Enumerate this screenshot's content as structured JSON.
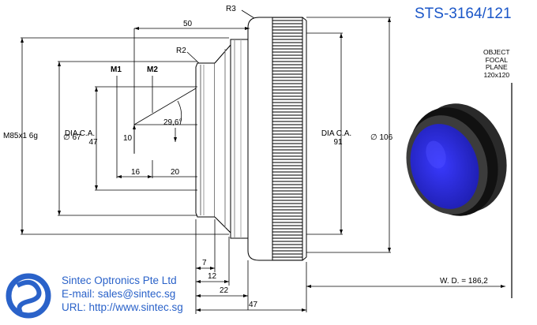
{
  "title": "STS-3164/121",
  "company": {
    "name": "Sintec Optronics Pte Ltd",
    "email": "E-mail: sales@sintec.sg",
    "url": "URL: http://www.sintec.sg"
  },
  "object_plane": [
    "OBJECT",
    "FOCAL",
    "PLANE",
    "120x120"
  ],
  "labels": {
    "r3": "R3",
    "r2": "R2",
    "m1": "M1",
    "m2": "M2",
    "thread": "M85x1 6g",
    "d67": "∅ 67",
    "dia_ca_47": [
      "DIA C.A.",
      "47"
    ],
    "dia_ca_91": [
      "DIA C.A.",
      "91"
    ],
    "d106": "∅ 106",
    "angle": "29,6°",
    "dim_50": "50",
    "dim_10": "10",
    "dim_16": "16",
    "dim_20": "20",
    "dim_7": "7",
    "dim_12": "12",
    "dim_22": "22",
    "dim_47": "47",
    "wd": "W. D. = 186,2"
  },
  "colors": {
    "title": "#1a56c8",
    "company": "#2a62c9",
    "lens_glass": "#2f2fd6",
    "lens_body": "#1e1e1e"
  }
}
